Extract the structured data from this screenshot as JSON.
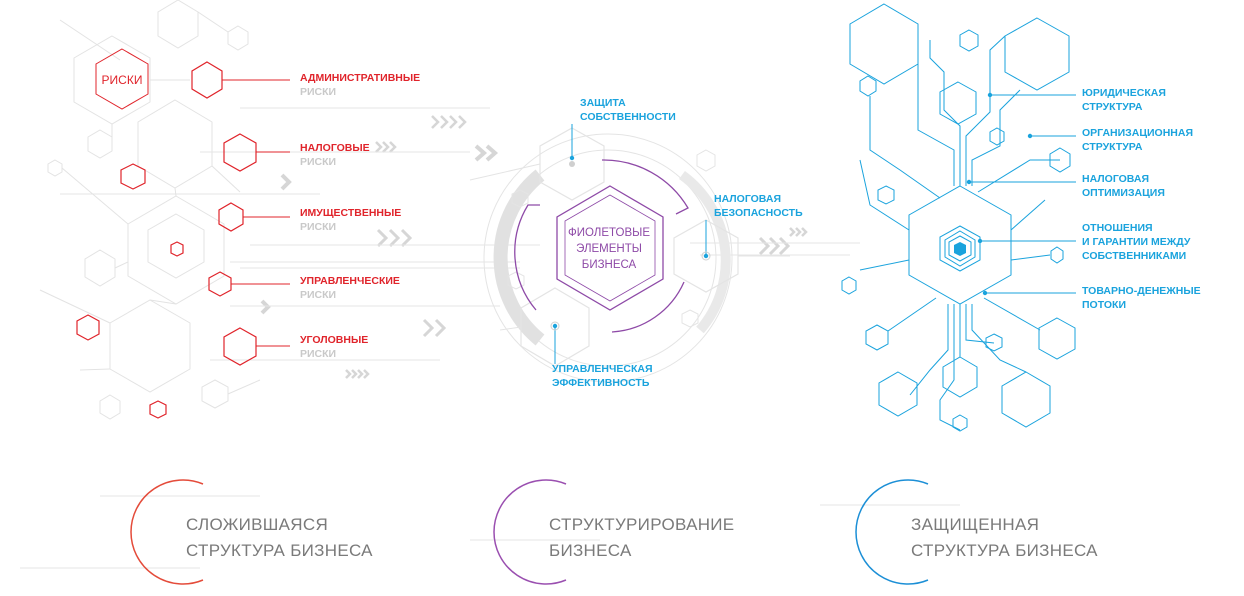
{
  "left": {
    "badge": "РИСКИ",
    "items": [
      {
        "title": "АДМИНИСТРАТИВНЫЕ",
        "sub": "РИСКИ"
      },
      {
        "title": "НАЛОГОВЫЕ",
        "sub": "РИСКИ"
      },
      {
        "title": "ИМУЩЕСТВЕННЫЕ",
        "sub": "РИСКИ"
      },
      {
        "title": "УПРАВЛЕНЧЕСКИЕ",
        "sub": "РИСКИ"
      },
      {
        "title": "УГОЛОВНЫЕ",
        "sub": "РИСКИ"
      }
    ]
  },
  "middle": {
    "center_lines": [
      "ФИОЛЕТОВЫЕ",
      "ЭЛЕМЕНТЫ",
      "БИЗНЕСА"
    ],
    "labels": [
      {
        "lines": [
          "ЗАЩИТА",
          "СОБСТВЕННОСТИ"
        ]
      },
      {
        "lines": [
          "НАЛОГОВАЯ",
          "БЕЗОПАСНОСТЬ"
        ]
      },
      {
        "lines": [
          "УПРАВЛЕНЧЕСКАЯ",
          "ЭФФЕКТИВНОСТЬ"
        ]
      }
    ]
  },
  "right": {
    "labels": [
      {
        "lines": [
          "ЮРИДИЧЕСКАЯ",
          "СТРУКТУРА"
        ]
      },
      {
        "lines": [
          "ОРГАНИЗАЦИОННАЯ",
          "СТРУКТУРА"
        ]
      },
      {
        "lines": [
          "НАЛОГОВАЯ",
          "ОПТИМИЗАЦИЯ"
        ]
      },
      {
        "lines": [
          "ОТНОШЕНИЯ",
          "И ГАРАНТИИ МЕЖДУ",
          "СОБСТВЕННИКАМИ"
        ]
      },
      {
        "lines": [
          "ТОВАРНО-ДЕНЕЖНЫЕ",
          "ПОТОКИ"
        ]
      }
    ]
  },
  "bottom": [
    {
      "lines": [
        "СЛОЖИВШАЯСЯ",
        "СТРУКТУРА БИЗНЕСА"
      ],
      "color": "#e44b3a"
    },
    {
      "lines": [
        "СТРУКТУРИРОВАНИЕ",
        "БИЗНЕСА"
      ],
      "color": "#9a4fb0"
    },
    {
      "lines": [
        "ЗАЩИЩЕННАЯ",
        "СТРУКТУРА БИЗНЕСА"
      ],
      "color": "#1c8fd6"
    }
  ],
  "colors": {
    "red": "#e0242b",
    "purple": "#8e4aa7",
    "blue": "#1aa3dd",
    "gray": "#c9c9c9"
  }
}
